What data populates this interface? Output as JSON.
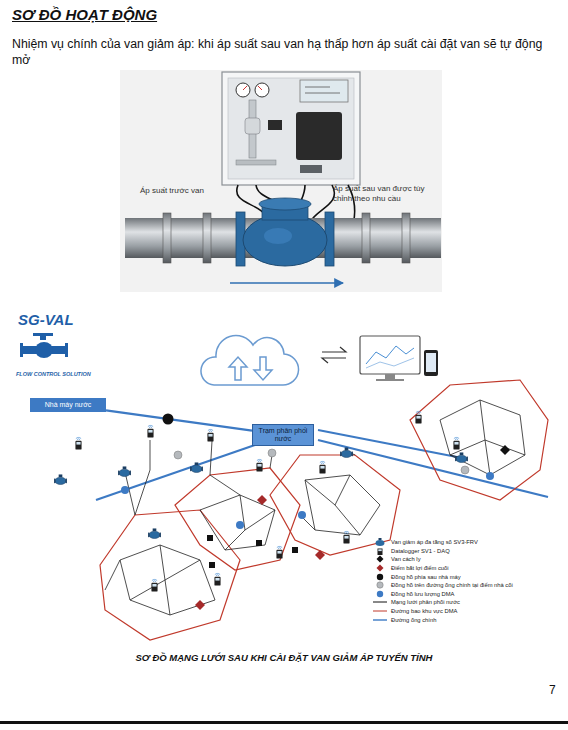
{
  "diagram": {
    "title": "SƠ ĐỒ HOẠT ĐỘNG",
    "caption": "SƠ ĐỒ MẠNG LƯỚI SAU KHI CÀI ĐẶT VAN GIẢM ÁP TUYẾN TÍNH",
    "nodes": [
      {
        "text": [
          "Nhà máy nước"
        ]
      },
      {
        "text": [
          "Trạm phân phối nước"
        ]
      }
    ],
    "edges": [
      {
        "from": 0,
        "to": 1,
        "arrow": "none"
      }
    ],
    "labels": [
      "Nhiệm vụ chính của van giảm áp: khi áp suất sau van hạ thấp hơn áp suất cài đặt van sẽ tự động mở",
      "Áp suất trước van",
      "Áp suất sau van được tùy chỉnh theo nhu cầu",
      "SG-VAL",
      "FLOW CONTROL SOLUTION",
      "7"
    ],
    "legend": [
      {
        "text": "Van giảm áp đa tầng số SV3-FRV"
      },
      {
        "text": "Datalogger SV1 - DAQ"
      },
      {
        "text": "Van cách ly"
      },
      {
        "text": "Điểm bất lợi điểm cuối"
      },
      {
        "text": "Đồng hồ phía sau nhà máy"
      },
      {
        "text": "Đồng hồ trên đường ống chính tại điểm nhà cối"
      },
      {
        "text": "Đồng hồ lưu lượng DMA"
      },
      {
        "text": "Mạng lưới phân phối nước"
      },
      {
        "text": "Đường bao khu vực DMA"
      },
      {
        "text": "Đường ống chính"
      }
    ]
  }
}
